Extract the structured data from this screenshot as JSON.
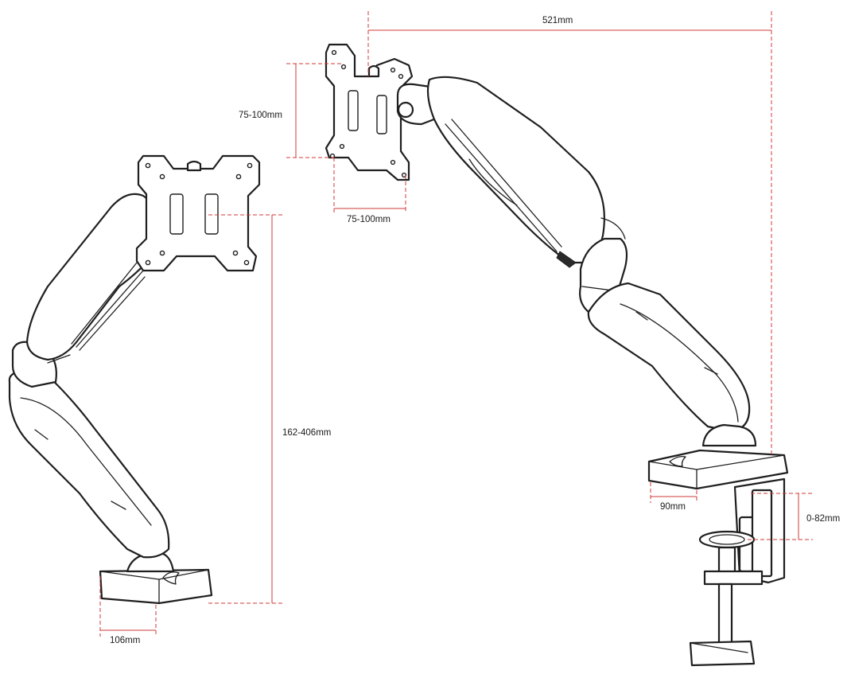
{
  "diagram": {
    "dimensions": {
      "reach": "521mm",
      "vesa_height_right": "75-100mm",
      "vesa_width_right": "75-100mm",
      "height_range": "162-406mm",
      "base_width_left": "106mm",
      "base_width_right": "90mm",
      "clamp_range": "0-82mm"
    },
    "colors": {
      "dimension_line": "#d23a3a",
      "outline": "#1f1f1f",
      "background": "#ffffff"
    }
  }
}
